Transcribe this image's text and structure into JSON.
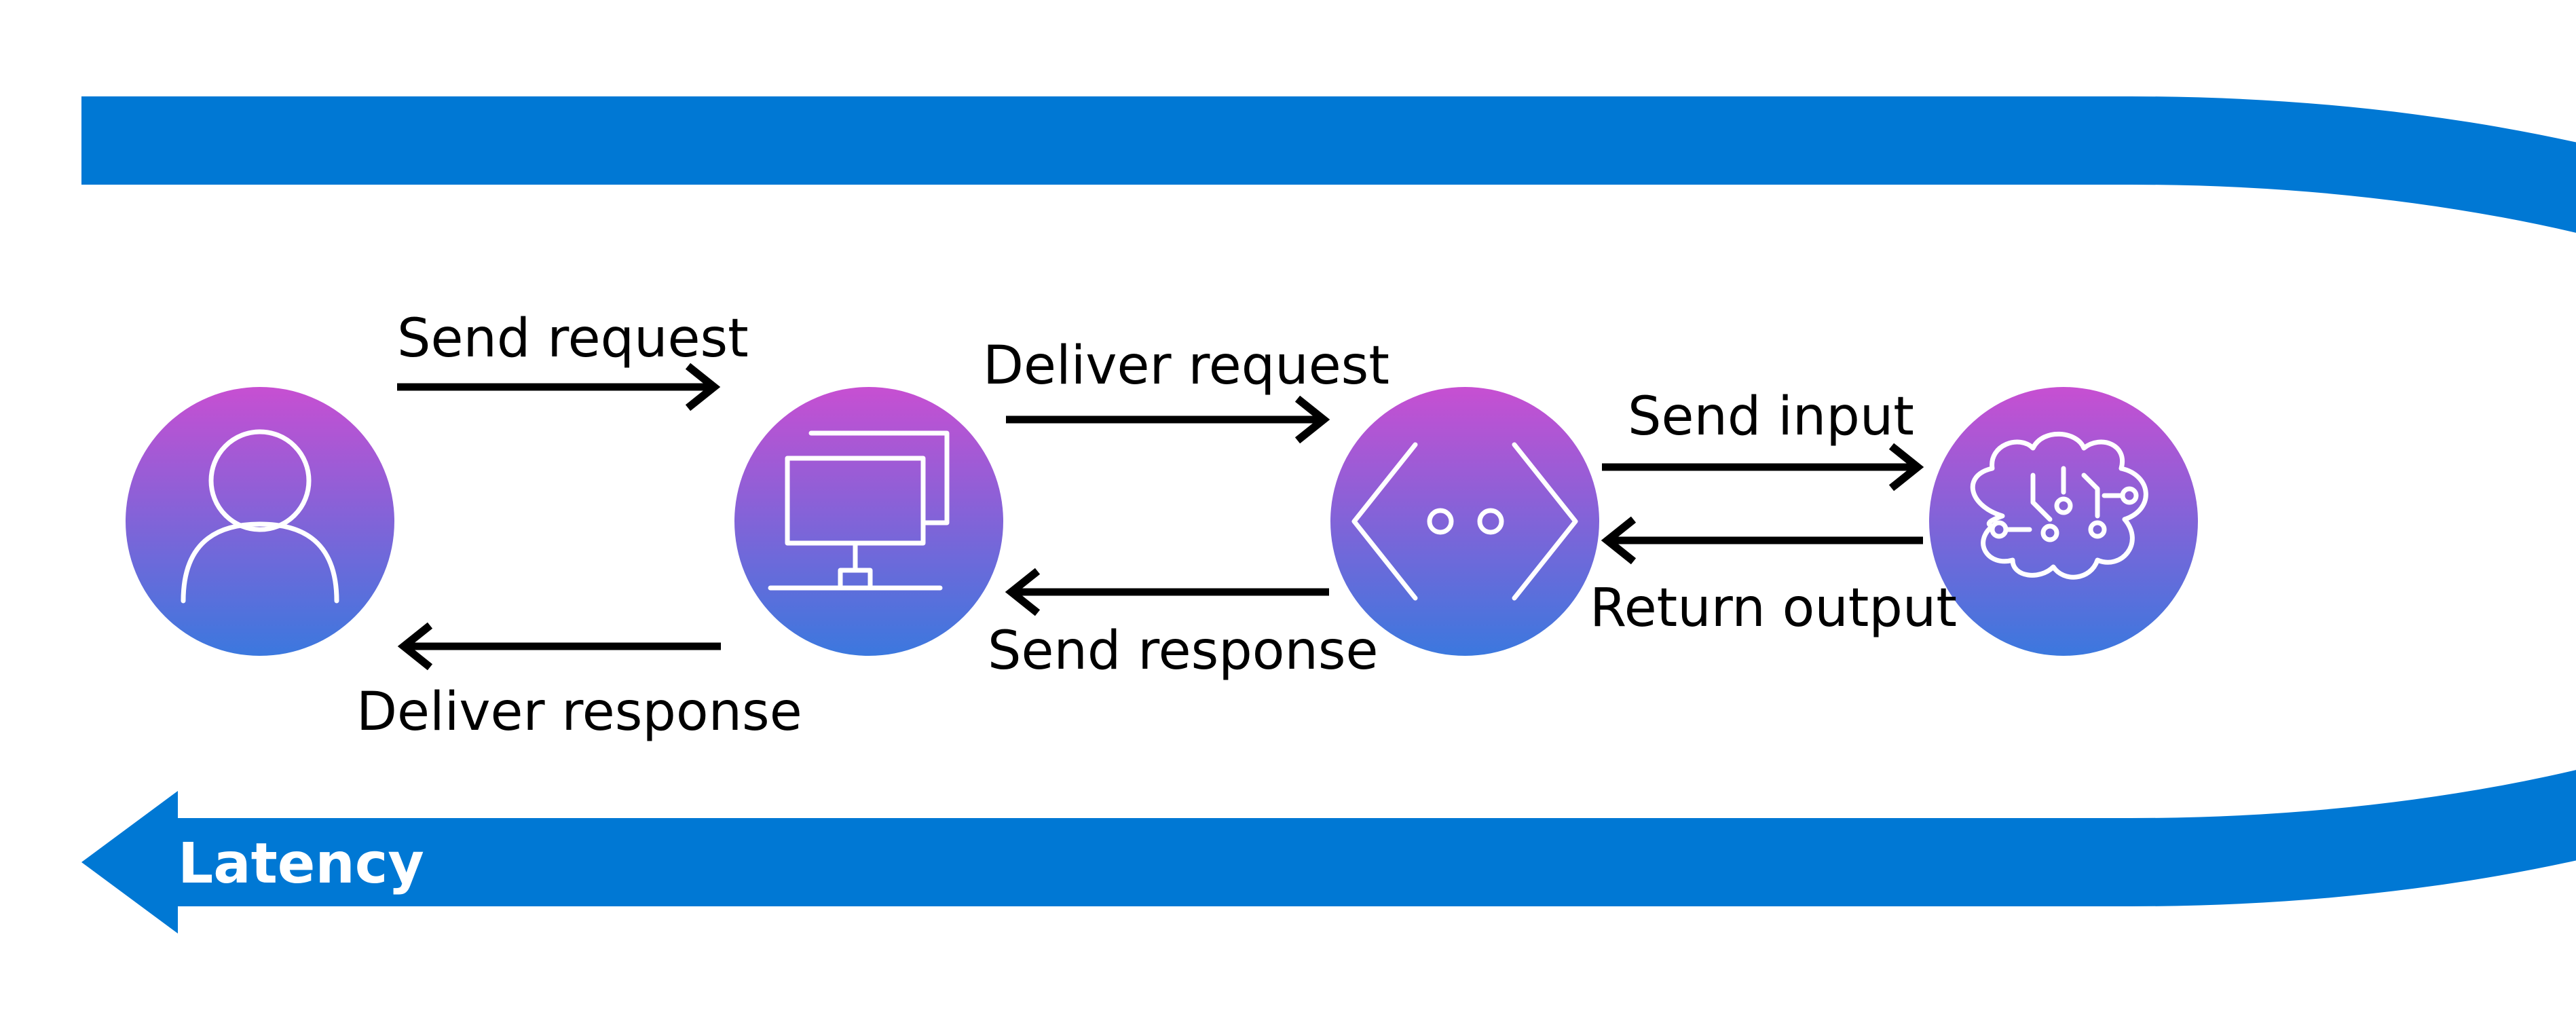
{
  "colors": {
    "band": "#0078d4",
    "node_gradient_top": "#c74fd2",
    "node_gradient_bottom": "#3b78de",
    "arrow": "#000000",
    "text": "#000000",
    "band_text": "#ffffff"
  },
  "band": {
    "label": "Latency",
    "direction": "right-to-left"
  },
  "nodes": [
    {
      "id": "user",
      "icon": "user-icon"
    },
    {
      "id": "web-app",
      "icon": "web-app-icon"
    },
    {
      "id": "api",
      "icon": "api-code-icon"
    },
    {
      "id": "model",
      "icon": "ai-brain-icon"
    }
  ],
  "flows": {
    "send_request": "Send request",
    "deliver_request": "Deliver request",
    "send_input": "Send input",
    "return_output": "Return output",
    "send_response": "Send response",
    "deliver_response": "Deliver response"
  }
}
